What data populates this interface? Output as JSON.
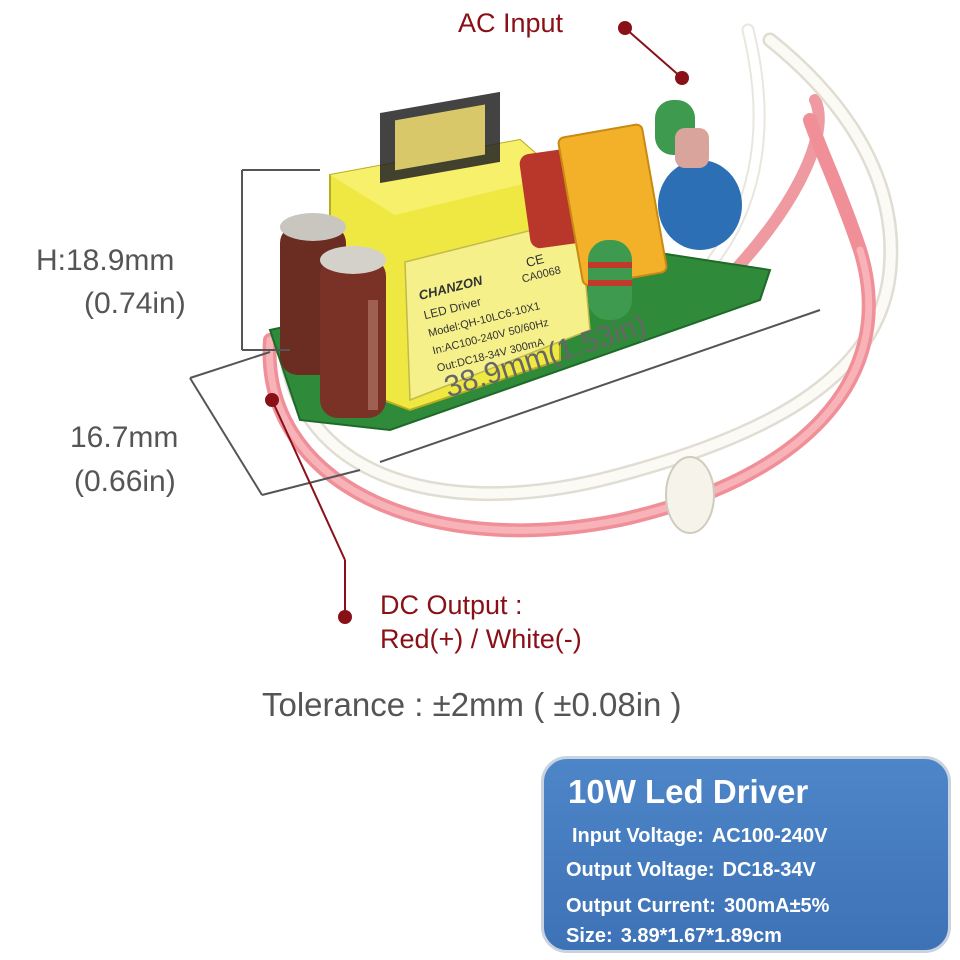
{
  "callouts": {
    "ac_input": "AC Input",
    "dc_output_line1": "DC Output :",
    "dc_output_line2": "Red(+) / White(-)"
  },
  "dimensions": {
    "height_mm": "H:18.9mm",
    "height_in": "(0.74in)",
    "width_mm": "16.7mm",
    "width_in": "(0.66in)",
    "length": "38.9mm(1.53in)"
  },
  "tolerance": "Tolerance : ±2mm ( ±0.08in )",
  "product_label": {
    "brand": "CHANZON",
    "ce": "CE",
    "code": "CA0068",
    "type": "LED Driver",
    "model": "Model:QH-10LC6-10X1",
    "input": "In:AC100-240V 50/60Hz",
    "output": "Out:DC18-34V 300mA"
  },
  "spec_box": {
    "title": "10W Led Driver",
    "rows": [
      {
        "label": "Input Voltage:",
        "value": "AC100-240V"
      },
      {
        "label": "Output Voltage:",
        "value": "DC18-34V"
      },
      {
        "label": "Output Current:",
        "value": "300mA±5%"
      },
      {
        "label": "Size:",
        "value": "3.89*1.67*1.89cm"
      }
    ]
  },
  "colors": {
    "callout": "#8a1018",
    "dimension_text": "#555555",
    "spec_box": "#4d86c8",
    "pcb": "#2f8a3a",
    "transformer": "#f2ee5a",
    "label": "#f5f08a",
    "capacitor": "#6b2c22",
    "red_wire": "#f4a5a8",
    "white_wire": "#f2f0ea"
  }
}
